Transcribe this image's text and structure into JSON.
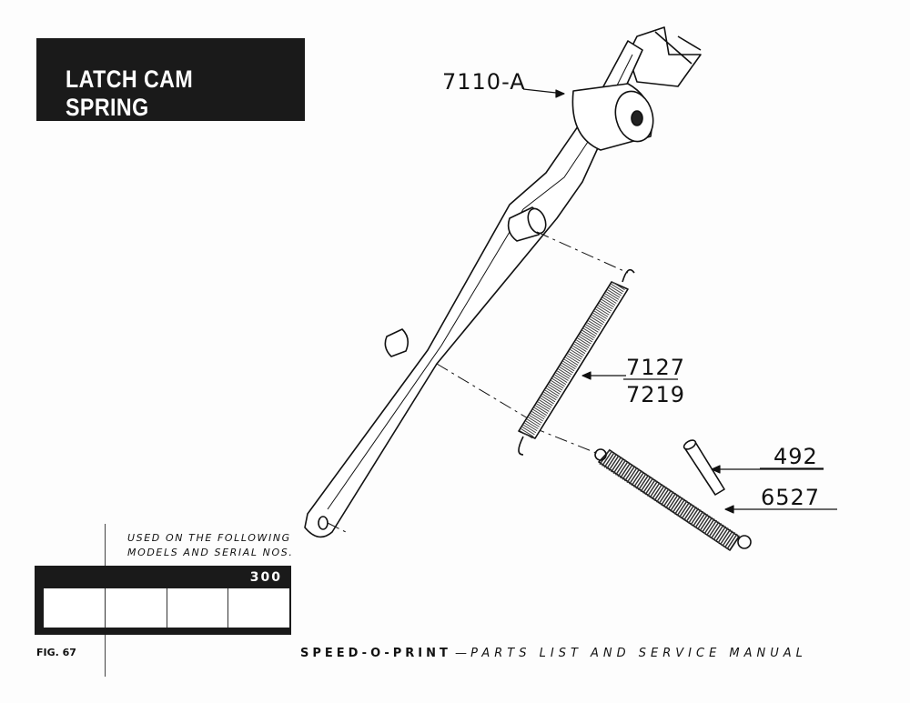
{
  "title": "LATCH CAM SPRING",
  "callouts": {
    "arm": "7110-A",
    "spring_upper_1": "7127",
    "spring_upper_2": "7219",
    "pin": "492",
    "spring_lower": "6527"
  },
  "usage": {
    "line1": "USED ON THE FOLLOWING",
    "line2": "MODELS AND SERIAL NOS.",
    "model": "300"
  },
  "figure": "FIG. 67",
  "footer": {
    "brand": "SPEED-O-PRINT",
    "dash": "—",
    "subtitle": "PARTS LIST AND SERVICE MANUAL"
  }
}
